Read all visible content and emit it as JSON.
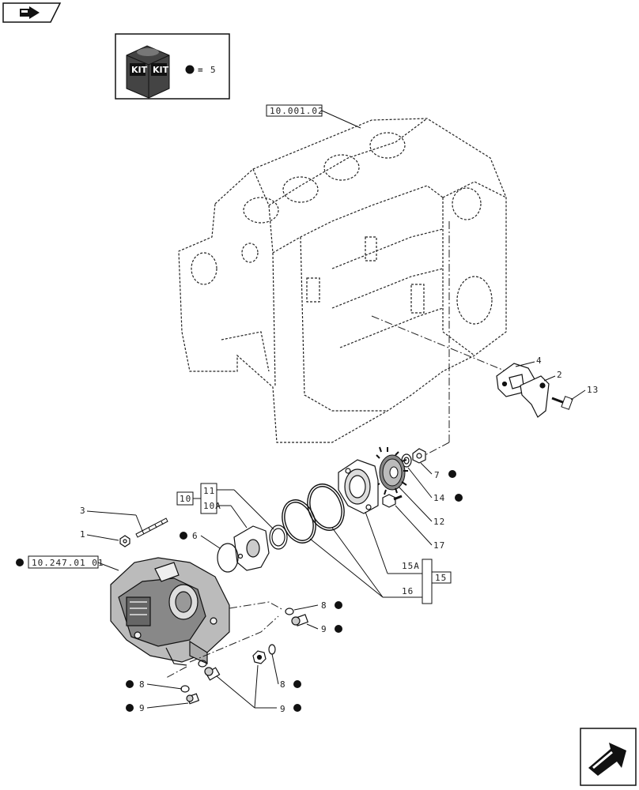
{
  "nav": {
    "prev_icon": "nav-arrow-icon",
    "next_icon": "next-page-icon"
  },
  "kit_box": {
    "label_left": "KIT",
    "label_right": "KIT",
    "equals": "=",
    "number": "5"
  },
  "refs": {
    "block": "10.001.02",
    "pump": "10.247.01 01"
  },
  "callouts": {
    "c1": "1",
    "c2": "2",
    "c3": "3",
    "c4": "4",
    "c6": "6",
    "c7": "7",
    "c8a": "8",
    "c8b": "8",
    "c8c": "8",
    "c9a": "9",
    "c9b": "9",
    "c9c": "9",
    "c10": "10",
    "c10A": "10A",
    "c11": "11",
    "c12": "12",
    "c13": "13",
    "c14": "14",
    "c15": "15",
    "c15A": "15A",
    "c16": "16",
    "c17": "17"
  }
}
